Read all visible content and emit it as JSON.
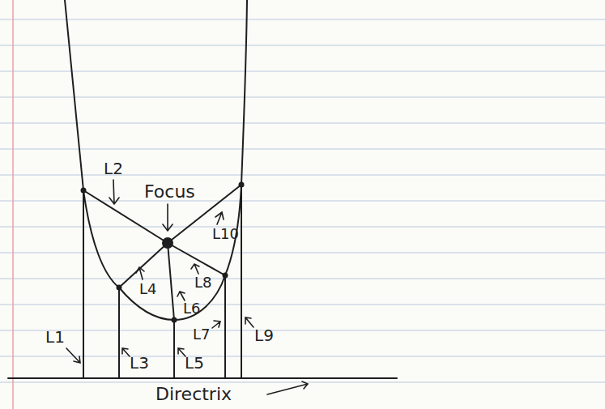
{
  "diagram": {
    "labels": [
      "L2",
      "Focus",
      "L10",
      "L4",
      "L8",
      "L6",
      "L7",
      "L1",
      "L3",
      "L5",
      "L9",
      "Directrix"
    ]
  }
}
